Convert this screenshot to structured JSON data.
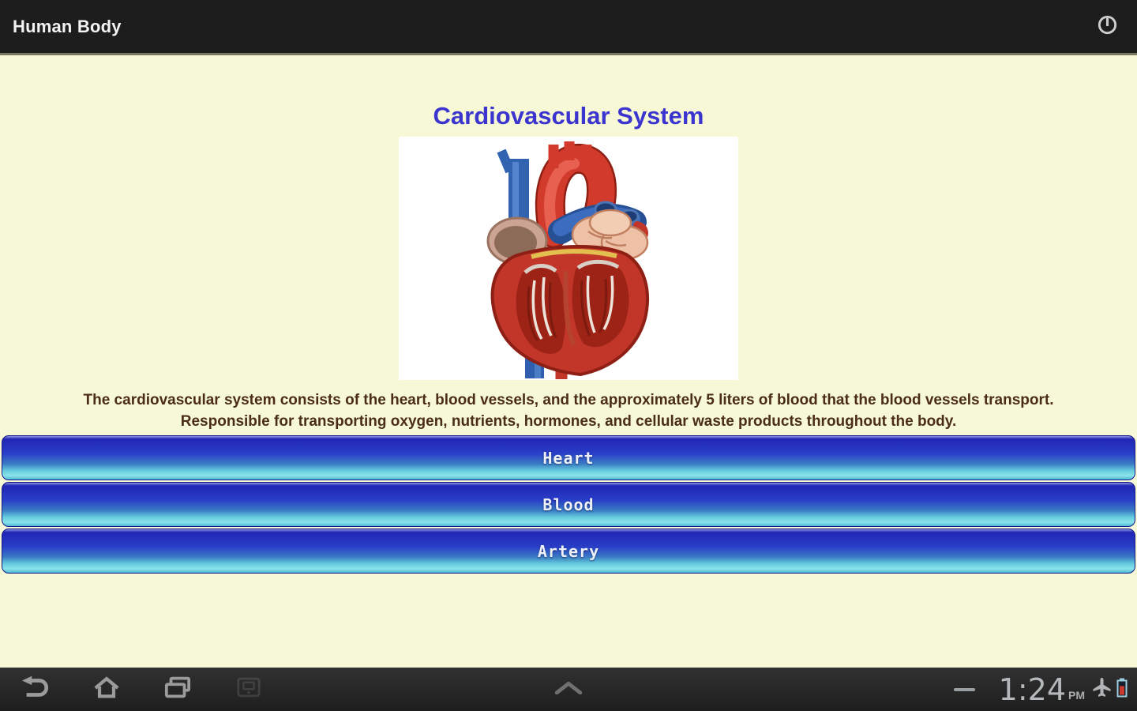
{
  "action_bar": {
    "title": "Human Body"
  },
  "page": {
    "title": "Cardiovascular System",
    "description_line1": "The cardiovascular system consists of the heart, blood vessels, and the approximately 5 liters of blood that the blood vessels transport.",
    "description_line2": "Responsible for transporting oxygen, nutrients, hormones, and cellular waste products throughout the body.",
    "buttons": [
      {
        "label": "Heart"
      },
      {
        "label": "Blood"
      },
      {
        "label": "Artery"
      }
    ],
    "image_subject": "anatomical heart cross-section illustration"
  },
  "nav_bar": {
    "clock_time": "1:24",
    "clock_meridiem": "PM"
  },
  "icons": {
    "top_right": "info-icon",
    "nav": [
      "back-icon",
      "home-icon",
      "recent-apps-icon",
      "screenshot-icon",
      "chevron-up-icon",
      "minus-icon",
      "airplane-mode-icon",
      "battery-icon"
    ]
  },
  "colors": {
    "background": "#f7f8d6",
    "action_bar": "#1d1d1d",
    "title_blue": "#3b34cf",
    "description_brown": "#4a2c17",
    "button_gradient_top": "#2126b4",
    "button_gradient_bottom": "#6fd4e2",
    "nav_bar": "#252525",
    "clock_gray": "#b4b8ba"
  }
}
